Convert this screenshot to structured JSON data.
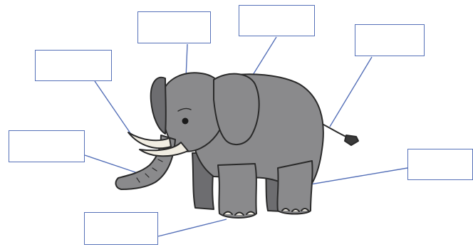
{
  "worksheet": {
    "subject": "elephant",
    "label_boxes": [
      {
        "id": "box-1",
        "points_to": "eye",
        "value": ""
      },
      {
        "id": "box-2",
        "points_to": "ear",
        "value": ""
      },
      {
        "id": "box-3",
        "points_to": "tail",
        "value": ""
      },
      {
        "id": "box-4",
        "points_to": "tusk",
        "value": ""
      },
      {
        "id": "box-5",
        "points_to": "trunk",
        "value": ""
      },
      {
        "id": "box-6",
        "points_to": "leg",
        "value": ""
      },
      {
        "id": "box-7",
        "points_to": "foot",
        "value": ""
      }
    ]
  },
  "colors": {
    "box_border": "#5570b8",
    "leader_line": "#5570b8",
    "elephant_body": "#8a8a8c",
    "elephant_shadow": "#6d6d70",
    "tusk": "#f1ede2",
    "outline": "#2a2a2a"
  }
}
